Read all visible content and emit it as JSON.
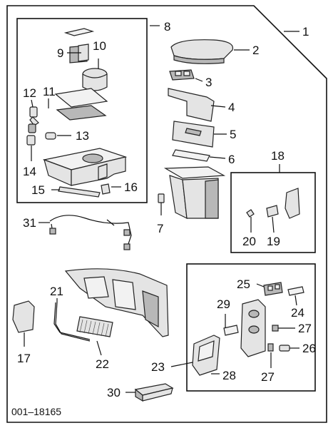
{
  "diagram": {
    "reference_number": "001–18165",
    "callouts": {
      "c1": "1",
      "c2": "2",
      "c3": "3",
      "c4": "4",
      "c5": "5",
      "c6": "6",
      "c7": "7",
      "c8": "8",
      "c9": "9",
      "c10": "10",
      "c11": "11",
      "c12": "12",
      "c13": "13",
      "c14": "14",
      "c15": "15",
      "c16": "16",
      "c17": "17",
      "c18": "18",
      "c19": "19",
      "c20": "20",
      "c21": "21",
      "c22": "22",
      "c23": "23",
      "c24": "24",
      "c25": "25",
      "c26": "26",
      "c27a": "27",
      "c27b": "27",
      "c28": "28",
      "c29": "29",
      "c30": "30",
      "c31": "31"
    }
  }
}
